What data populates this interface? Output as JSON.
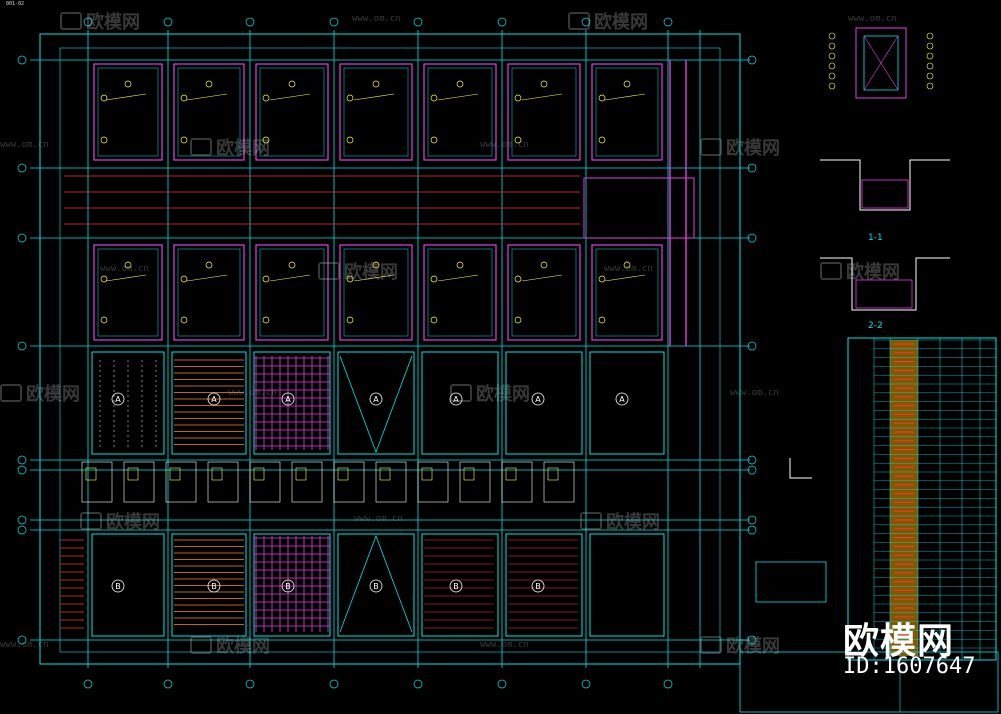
{
  "drawing": {
    "code": "001-02",
    "brand_name": "欧模网",
    "brand_id": "ID:1607647",
    "watermark_text": "欧模网",
    "watermark_url": "www.om.cn",
    "section_1": "1-1",
    "section_2": "2-2",
    "grid_labels": [
      "A",
      "A",
      "A",
      "A",
      "A",
      "A",
      "A",
      "B",
      "B",
      "B",
      "B",
      "B",
      "B"
    ]
  },
  "colors": {
    "background": "#000000",
    "axis": "#00e5e5",
    "beam": "#e040e0",
    "rebar": "#ff3030",
    "rebar_orange": "#ff8c1a",
    "text": "#ffff40",
    "white": "#ffffff",
    "table_fill": "#e8a000"
  }
}
